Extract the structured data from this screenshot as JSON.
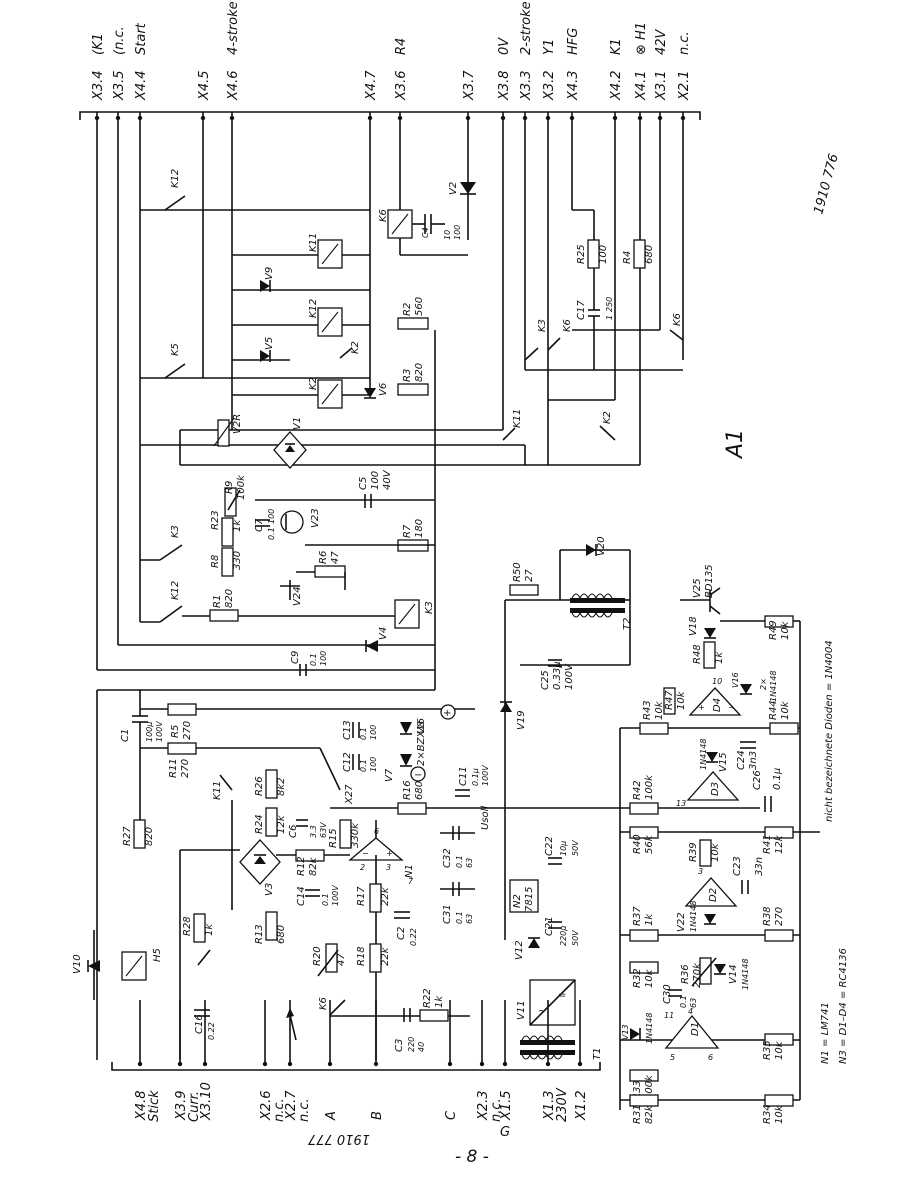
{
  "document": {
    "top_terminals": [
      {
        "id": "X3.4",
        "sig": "(K1"
      },
      {
        "id": "X3.5",
        "sig": "(n.c."
      },
      {
        "id": "X4.4",
        "sig": "Start"
      },
      {
        "id": "X4.5",
        "sig": ""
      },
      {
        "id": "X4.6",
        "sig": "4-stroke"
      },
      {
        "id": "X4.7",
        "sig": ""
      },
      {
        "id": "X3.6",
        "sig": "R4"
      },
      {
        "id": "X3.7",
        "sig": ""
      },
      {
        "id": "X3.8",
        "sig": "0V"
      },
      {
        "id": "X3.3",
        "sig": "2-stroke"
      },
      {
        "id": "X3.2",
        "sig": "Y1"
      },
      {
        "id": "X4.3",
        "sig": "HFG"
      },
      {
        "id": "X4.2",
        "sig": "K1"
      },
      {
        "id": "X4.1",
        "sig": "⊗ H1"
      },
      {
        "id": "X3.1",
        "sig": "42V"
      },
      {
        "id": "X2.1",
        "sig": "n.c."
      }
    ],
    "bottom_terminals": [
      {
        "id": "X4.8",
        "sig": "Stick"
      },
      {
        "id": "X3.9",
        "sig": "Curr."
      },
      {
        "id": "X3.10",
        "sig": ""
      },
      {
        "id": "X2.6",
        "sig": "n.c."
      },
      {
        "id": "X2.7",
        "sig": "n.c."
      },
      {
        "id": "A",
        "sig": ""
      },
      {
        "id": "B",
        "sig": ""
      },
      {
        "id": "C",
        "sig": ""
      },
      {
        "id": "X2.3",
        "sig": "n.c."
      },
      {
        "id": "X1.5",
        "sig": ""
      },
      {
        "id": "X1.3",
        "sig": "230V"
      },
      {
        "id": "X1.2",
        "sig": ""
      }
    ],
    "components": [
      {
        "ref": "K12",
        "val": ""
      },
      {
        "ref": "K6",
        "val": ""
      },
      {
        "ref": "C4",
        "val": "10 / 100"
      },
      {
        "ref": "V2",
        "val": ""
      },
      {
        "ref": "K11",
        "val": ""
      },
      {
        "ref": "V9",
        "val": ""
      },
      {
        "ref": "R25",
        "val": "100"
      },
      {
        "ref": "R4",
        "val": "680"
      },
      {
        "ref": "K12",
        "val": ""
      },
      {
        "ref": "R2",
        "val": "560"
      },
      {
        "ref": "C17",
        "val": "1 / 250"
      },
      {
        "ref": "K3",
        "val": ""
      },
      {
        "ref": "K5",
        "val": ""
      },
      {
        "ref": "V5",
        "val": ""
      },
      {
        "ref": "K2",
        "val": ""
      },
      {
        "ref": "V6",
        "val": ""
      },
      {
        "ref": "R3",
        "val": "820"
      },
      {
        "ref": "K11",
        "val": ""
      },
      {
        "ref": "K2",
        "val": ""
      },
      {
        "ref": "V2R",
        "val": ""
      },
      {
        "ref": "V1",
        "val": ""
      },
      {
        "ref": "R9",
        "val": "100k"
      },
      {
        "ref": "C5",
        "val": "100 / 40V"
      },
      {
        "ref": "R23",
        "val": "1k"
      },
      {
        "ref": "C7",
        "val": "0.1 / 100"
      },
      {
        "ref": "V23",
        "val": ""
      },
      {
        "ref": "R7",
        "val": "180"
      },
      {
        "ref": "R8",
        "val": "330"
      },
      {
        "ref": "R6",
        "val": "47"
      },
      {
        "ref": "K3",
        "val": ""
      },
      {
        "ref": "R50",
        "val": "27"
      },
      {
        "ref": "V20",
        "val": ""
      },
      {
        "ref": "V24",
        "val": ""
      },
      {
        "ref": "R1",
        "val": "820"
      },
      {
        "ref": "K12",
        "val": ""
      },
      {
        "ref": "K3",
        "val": ""
      },
      {
        "ref": "V4",
        "val": ""
      },
      {
        "ref": "T2",
        "val": ""
      },
      {
        "ref": "V25",
        "val": "BD135"
      },
      {
        "ref": "C9",
        "val": "0.1 / 100"
      },
      {
        "ref": "C25",
        "val": "0.33µ / 100V"
      },
      {
        "ref": "V18",
        "val": ""
      },
      {
        "ref": "R48",
        "val": "1k"
      },
      {
        "ref": "R49",
        "val": "10k"
      },
      {
        "ref": "C1",
        "val": "100µ / 100V"
      },
      {
        "ref": "R5",
        "val": "270"
      },
      {
        "ref": "R11",
        "val": "270"
      },
      {
        "ref": "V19",
        "val": ""
      },
      {
        "ref": "C13",
        "val": "0.1 / 100"
      },
      {
        "ref": "V8",
        "val": ""
      },
      {
        "ref": "V7",
        "val": "2×BZX16"
      },
      {
        "ref": "C12",
        "val": "0.1 / 100"
      },
      {
        "ref": "X27",
        "val": ""
      },
      {
        "ref": "R26",
        "val": "8k2"
      },
      {
        "ref": "R43",
        "val": "10k"
      },
      {
        "ref": "R47",
        "val": "10k"
      },
      {
        "ref": "D4",
        "val": ""
      },
      {
        "ref": "R44",
        "val": "10k"
      },
      {
        "ref": "K11",
        "val": ""
      },
      {
        "ref": "R24",
        "val": "12k"
      },
      {
        "ref": "C6",
        "val": "3.3 / 63V"
      },
      {
        "ref": "R16",
        "val": "680"
      },
      {
        "ref": "C11",
        "val": "0.1µ / 100V"
      },
      {
        "ref": "V15",
        "val": "1N4148"
      },
      {
        "ref": "C24",
        "val": "3n3"
      },
      {
        "ref": "R42",
        "val": "100k"
      },
      {
        "ref": "D3",
        "val": ""
      },
      {
        "ref": "C26",
        "val": "0.1µ"
      },
      {
        "ref": "R27",
        "val": "820"
      },
      {
        "ref": "R15",
        "val": "330k"
      },
      {
        "ref": "R12",
        "val": "82k"
      },
      {
        "ref": "N1",
        "val": ""
      },
      {
        "ref": "C32",
        "val": "0.1 / 63"
      },
      {
        "ref": "C22",
        "val": "10µ / 50V"
      },
      {
        "ref": "R40",
        "val": "56k"
      },
      {
        "ref": "R39",
        "val": "10k"
      },
      {
        "ref": "R41",
        "val": "12k"
      },
      {
        "ref": "V3",
        "val": ""
      },
      {
        "ref": "C14",
        "val": "0.1 / 100V"
      },
      {
        "ref": "R17",
        "val": "22k"
      },
      {
        "ref": "C31",
        "val": "0.1 / 63"
      },
      {
        "ref": "N2",
        "val": "7815"
      },
      {
        "ref": "C21",
        "val": "220µ / 50V"
      },
      {
        "ref": "C23",
        "val": "33n"
      },
      {
        "ref": "D2",
        "val": ""
      },
      {
        "ref": "R28",
        "val": "1k"
      },
      {
        "ref": "R13",
        "val": "680"
      },
      {
        "ref": "C2",
        "val": "0.22"
      },
      {
        "ref": "R37",
        "val": "1k"
      },
      {
        "ref": "V22",
        "val": "1N4148"
      },
      {
        "ref": "R38",
        "val": "270"
      },
      {
        "ref": "V10",
        "val": ""
      },
      {
        "ref": "H5",
        "val": ""
      },
      {
        "ref": "R20",
        "val": "47"
      },
      {
        "ref": "R18",
        "val": "22k"
      },
      {
        "ref": "V12",
        "val": ""
      },
      {
        "ref": "R32",
        "val": "10k"
      },
      {
        "ref": "R36",
        "val": "270k"
      },
      {
        "ref": "V14",
        "val": "1N4148"
      },
      {
        "ref": "K6",
        "val": ""
      },
      {
        "ref": "V11",
        "val": ""
      },
      {
        "ref": "C30",
        "val": "0.1 / 63"
      },
      {
        "ref": "C16",
        "val": "0.22"
      },
      {
        "ref": "R22",
        "val": "1k"
      },
      {
        "ref": "V13",
        "val": "1N4148"
      },
      {
        "ref": "D1",
        "val": ""
      },
      {
        "ref": "R35",
        "val": "10k"
      },
      {
        "ref": "C3",
        "val": "220 / 40"
      },
      {
        "ref": "T1",
        "val": ""
      },
      {
        "ref": "R33",
        "val": "100k"
      },
      {
        "ref": "R34",
        "val": "10k"
      },
      {
        "ref": "R31",
        "val": "82k"
      }
    ],
    "board_label": "A1",
    "doc_number_top": "1910 776",
    "doc_number_bottom": "1910 777",
    "diode_note": "nicht bezeichnete Dioden = 1N4004",
    "ic_note_1": "N1 = LM741",
    "ic_note_2": "N3 = D1–D4 = RC4136",
    "usoll": "Usoll",
    "ground_label": "G",
    "page_number": "- 8 -",
    "plus_symbol": "+",
    "minus_symbol": "−"
  }
}
